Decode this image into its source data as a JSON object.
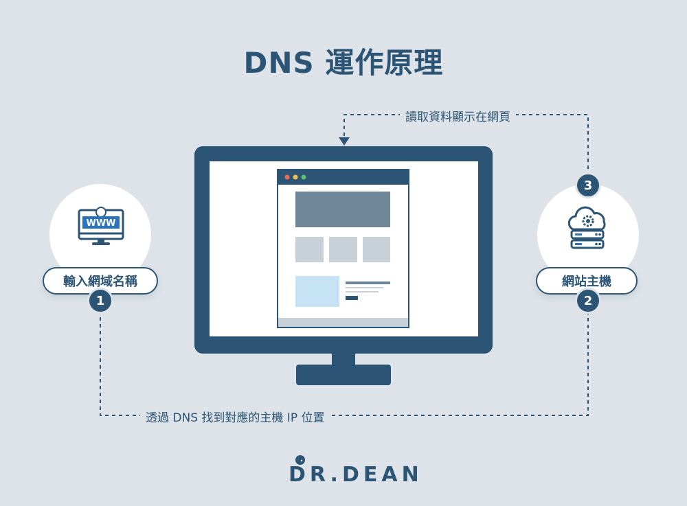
{
  "title": "DNS 運作原理",
  "steps": {
    "input_label": "輸入網域名稱",
    "host_label": "網站主機",
    "badge_1": "1",
    "badge_2": "2",
    "badge_3": "3"
  },
  "flows": {
    "top_label": "讀取資料顯示在網頁",
    "bottom_label": "透過 DNS 找到對應的主機 IP 位置"
  },
  "www_icon_text": "WWW",
  "logo": {
    "text": "DR.DEAN"
  },
  "colors": {
    "background": "#dde3e8",
    "primary": "#2c5474",
    "accent_light_blue": "#c5e3f5",
    "gray_block": "#6e8697",
    "light_block": "#c8d1d8",
    "dot_red": "#e86a5a",
    "dot_yellow": "#f2c14e",
    "dot_green": "#5fc06b"
  },
  "icons": [
    "www-monitor-icon",
    "cloud-server-icon",
    "gear-icon",
    "avatar-head-icon"
  ]
}
